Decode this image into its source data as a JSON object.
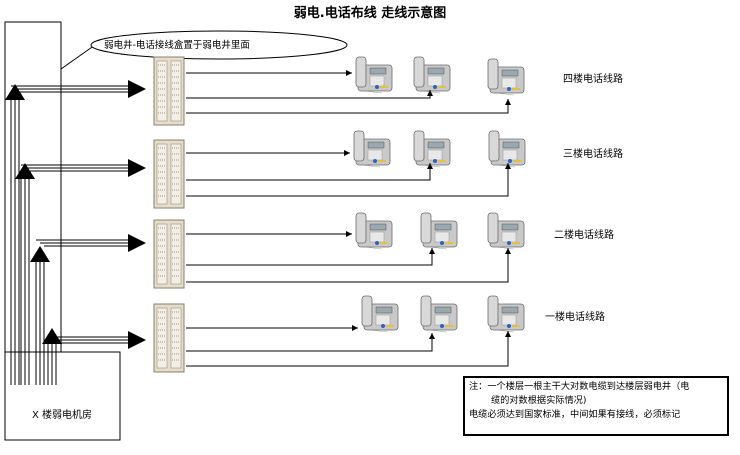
{
  "title": "弱电.电话布线 走线示意图",
  "callout": "弱电井-电话接线盒置于弱电井里面",
  "floors": [
    {
      "label": "四楼电话线路"
    },
    {
      "label": "三楼电话线路"
    },
    {
      "label": "二楼电话线路"
    },
    {
      "label": "一楼电话线路"
    }
  ],
  "room_label": "X 楼弱电机房",
  "note": {
    "line1": "注：一个楼层一根主干大对数电缆到达楼层弱电井（电",
    "line2": "缆的对数根据实际情况)",
    "line3": "电缆必须达到国家标准，中间如果有接线，必须标记"
  },
  "icons": [
    "patch-panel-icon",
    "telephone-icon"
  ]
}
